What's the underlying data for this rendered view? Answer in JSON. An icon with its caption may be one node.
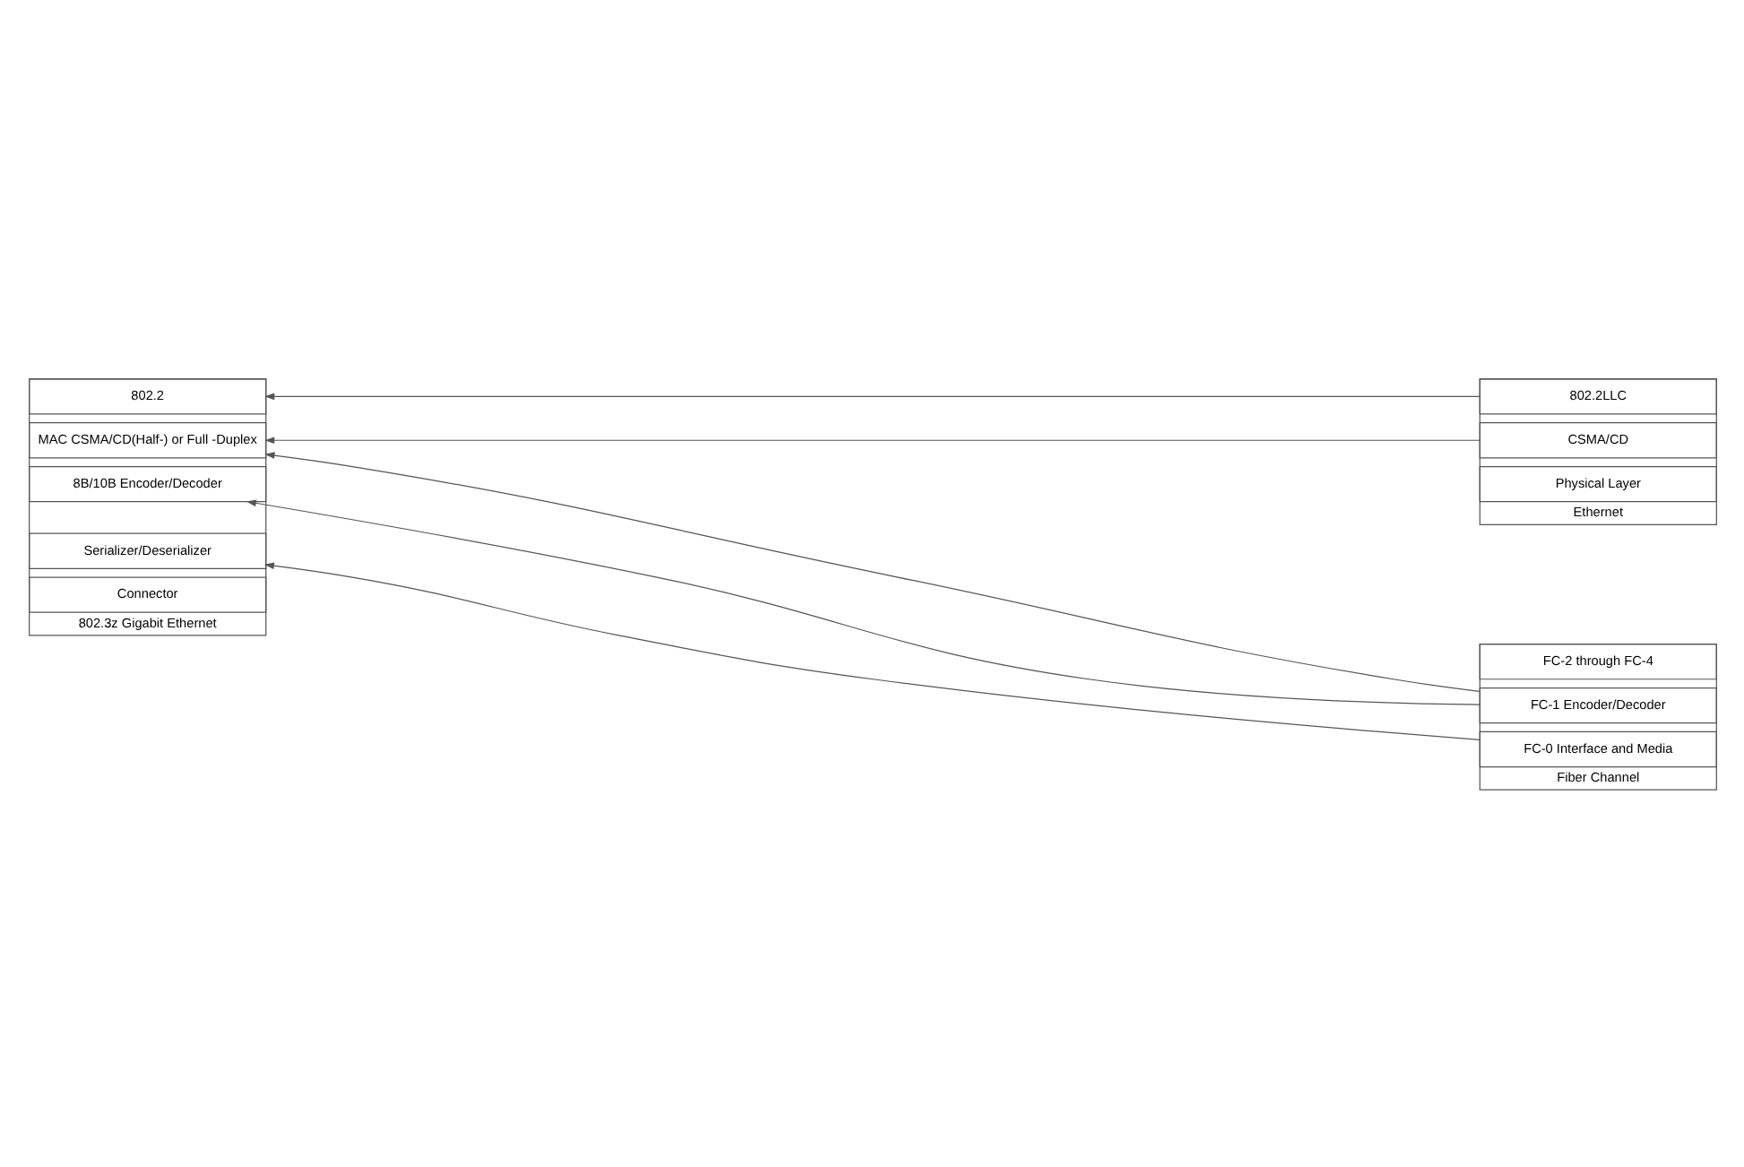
{
  "diagram": {
    "nodes": [
      {
        "text": [
          "802.3z Gigabit Ethernet"
        ]
      },
      {
        "text": [
          "802.2"
        ],
        "in": 0
      },
      {
        "text": [
          "MAC CSMA/CD(Half-) or Full -Duplex"
        ],
        "in": 0
      },
      {
        "text": [
          "8B/10B Encoder/Decoder"
        ],
        "in": 0
      },
      {
        "text": [
          "Serializer/Deserializer"
        ],
        "in": 0
      },
      {
        "text": [
          "Connector"
        ],
        "in": 0
      },
      {
        "text": [
          "Ethernet"
        ]
      },
      {
        "text": [
          "802.2LLC"
        ],
        "in": 6
      },
      {
        "text": [
          "CSMA/CD"
        ],
        "in": 6
      },
      {
        "text": [
          "Physical Layer"
        ],
        "in": 6
      },
      {
        "text": [
          "Fiber Channel"
        ]
      },
      {
        "text": [
          "FC-2 through FC-4"
        ],
        "in": 10
      },
      {
        "text": [
          "FC-1 Encoder/Decoder"
        ],
        "in": 10
      },
      {
        "text": [
          "FC-0 Interface and Media"
        ],
        "in": 10
      }
    ],
    "edges": [
      {
        "from": 7,
        "to": 1,
        "arrow": "to"
      },
      {
        "from": 8,
        "to": 2,
        "arrow": "to"
      },
      {
        "from": 12,
        "to": 2,
        "arrow": "to"
      },
      {
        "from": 12,
        "to": 3,
        "arrow": "to"
      },
      {
        "from": 13,
        "to": 4,
        "arrow": "to"
      }
    ]
  }
}
